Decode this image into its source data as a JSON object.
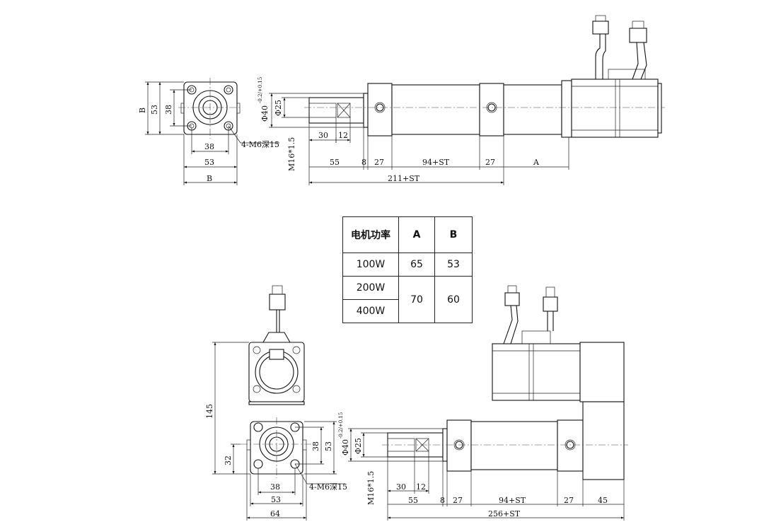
{
  "top_drawing": {
    "end_view": {
      "label_B_vertical": "B",
      "label_53_vertical": "53",
      "label_38_vertical": "38",
      "label_38": "38",
      "label_53": "53",
      "label_B": "B",
      "thread_note": "4-M6深15"
    },
    "side_view": {
      "phi40": "Φ40",
      "phi40_tol": "-0.2/+0.15",
      "phi25": "Φ25",
      "m16": "M16*1.5",
      "d30": "30",
      "d12": "12",
      "d55": "55",
      "d8": "8",
      "d27a": "27",
      "d94": "94+ST",
      "d27b": "27",
      "dA": "A",
      "total": "211+ST"
    }
  },
  "spec_table": {
    "headers": [
      "电机功率",
      "A",
      "B"
    ],
    "rows": [
      [
        "100W",
        "65",
        "53"
      ],
      [
        "200W",
        "",
        " "
      ],
      [
        "400W",
        "",
        ""
      ]
    ],
    "merged_A": "70",
    "merged_B": "60"
  },
  "bottom_drawing": {
    "end_view": {
      "d145": "145",
      "d32": "32",
      "d38_vertical": "38",
      "d53_vertical": "53",
      "d38": "38",
      "d53": "53",
      "d64": "64",
      "thread_note": "4-M6深15"
    },
    "side_view": {
      "phi40": "Φ40",
      "phi40_tol": "-0.2/+0.15",
      "phi25": "Φ25",
      "m16": "M16*1.5",
      "d30": "30",
      "d12": "12",
      "d55": "55",
      "d8": "8",
      "d27a": "27",
      "d94": "94+ST",
      "d27b": "27",
      "d45": "45",
      "total": "256+ST"
    }
  }
}
